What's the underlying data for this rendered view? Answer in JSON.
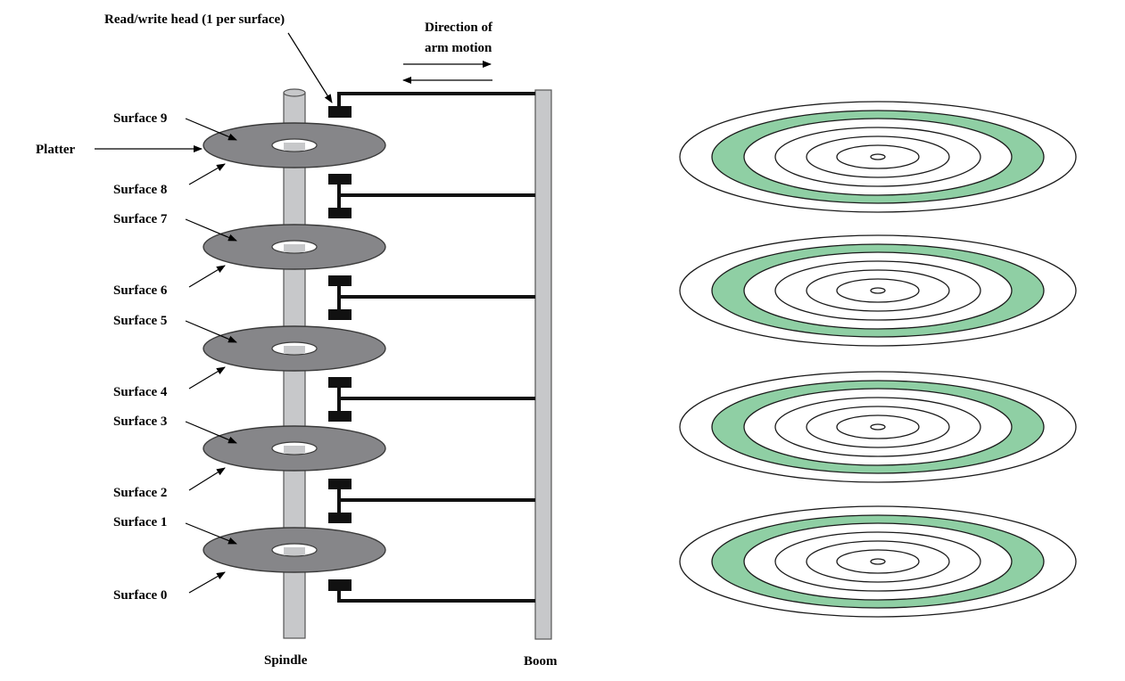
{
  "labels": {
    "read_write_head": "Read/write head (1 per surface)",
    "direction_line1": "Direction of",
    "direction_line2": "arm motion",
    "platter": "Platter",
    "spindle": "Spindle",
    "boom": "Boom"
  },
  "surfaces": [
    "Surface 9",
    "Surface 8",
    "Surface 7",
    "Surface 6",
    "Surface 5",
    "Surface 4",
    "Surface 3",
    "Surface 2",
    "Surface 1",
    "Surface 0"
  ],
  "platter_count": 5,
  "track_disk_count": 4,
  "colors": {
    "platter": "#868689",
    "spindle": "#c7c8ca",
    "highlighted_track": "#8fcfa4",
    "arm": "#111111"
  }
}
